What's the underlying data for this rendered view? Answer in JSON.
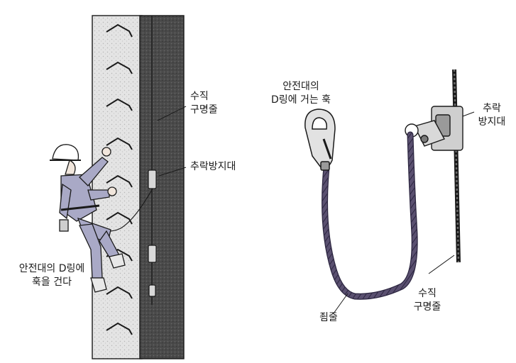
{
  "left_figure": {
    "vertical_lifeline": [
      "수직",
      "구명줄"
    ],
    "fall_arrester": "추락방지대",
    "hook_instruction": [
      "안전대의 D링에",
      "훅을 건다"
    ]
  },
  "right_figure": {
    "hook": [
      "안전대의",
      "D링에 거는 훅"
    ],
    "fall_arrester": [
      "추락",
      "방지대"
    ],
    "lanyard": "죔줄",
    "vertical_lifeline": [
      "수직",
      "구명줄"
    ]
  },
  "colors": {
    "line": "#1a1a1a",
    "wall": "#e3e3e3",
    "dark_panel": "#4a4a4a",
    "rope": "#5a5070",
    "uniform": "#a9a9c6"
  }
}
